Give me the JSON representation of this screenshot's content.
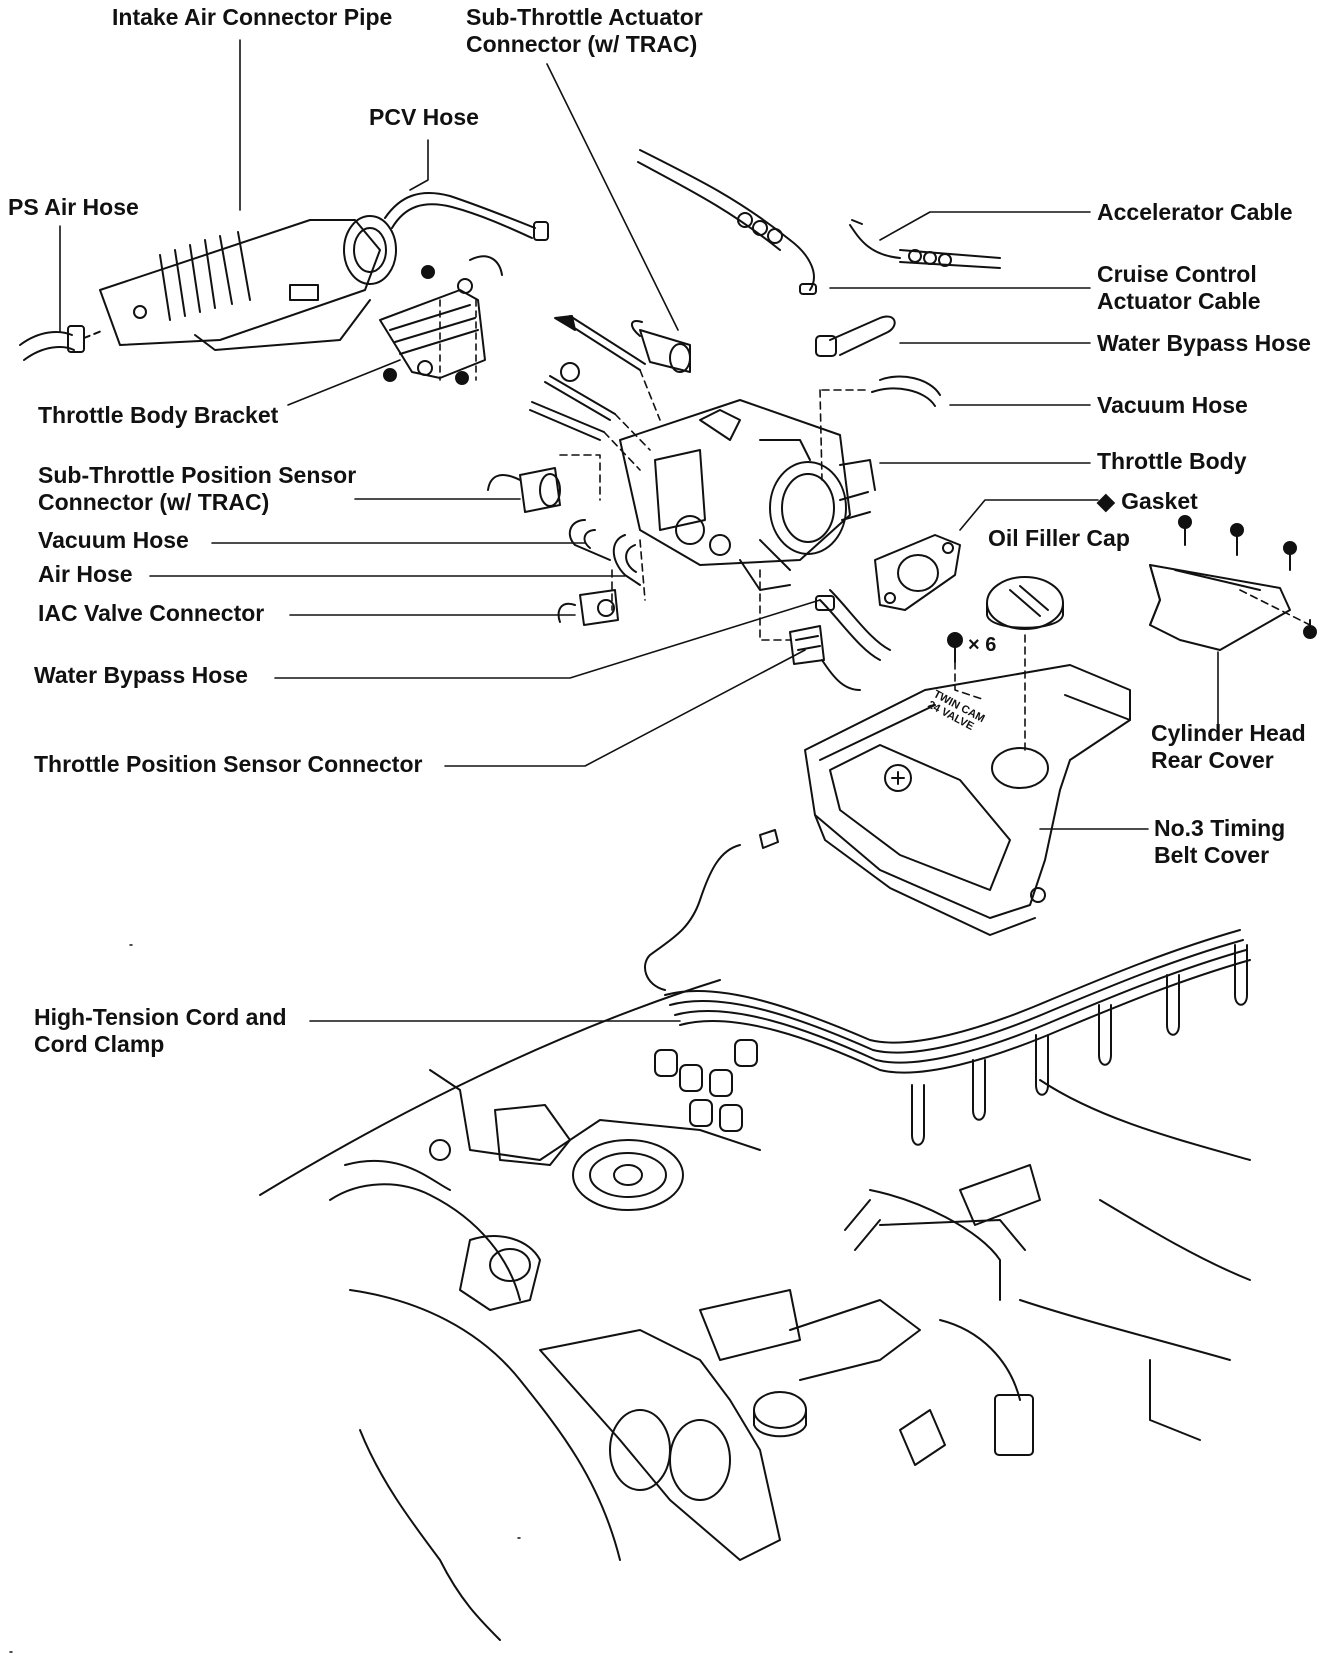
{
  "colors": {
    "ink": "#111111",
    "paper": "#ffffff"
  },
  "labels": {
    "intake_air_connector_pipe": "Intake Air Connector Pipe",
    "sub_throttle_actuator_connector": [
      "Sub-Throttle Actuator",
      "Connector (w/ TRAC)"
    ],
    "pcv_hose": "PCV Hose",
    "ps_air_hose": "PS Air Hose",
    "accelerator_cable": "Accelerator Cable",
    "cruise_control_actuator_cable": [
      "Cruise Control",
      "Actuator Cable"
    ],
    "water_bypass_hose_right": "Water Bypass Hose",
    "vacuum_hose_right": "Vacuum Hose",
    "throttle_body_bracket": "Throttle Body Bracket",
    "throttle_body": "Throttle Body",
    "sub_throttle_position_sensor_connector": [
      "Sub-Throttle Position Sensor",
      "Connector (w/ TRAC)"
    ],
    "gasket": "◆ Gasket",
    "oil_filler_cap": "Oil Filler Cap",
    "vacuum_hose_left": "Vacuum Hose",
    "air_hose": "Air Hose",
    "iac_valve_connector": "IAC Valve Connector",
    "bolt_count": "× 6",
    "water_bypass_hose_left": "Water Bypass Hose",
    "cylinder_head_rear_cover": [
      "Cylinder Head",
      "Rear Cover"
    ],
    "throttle_position_sensor_connector": "Throttle Position Sensor Connector",
    "no3_timing_belt_cover": [
      "No.3 Timing",
      "Belt Cover"
    ],
    "high_tension_cord": [
      "High-Tension Cord and",
      "Cord Clamp"
    ],
    "cover_stamp": [
      "TWIN CAM",
      "24 VALVE"
    ]
  }
}
